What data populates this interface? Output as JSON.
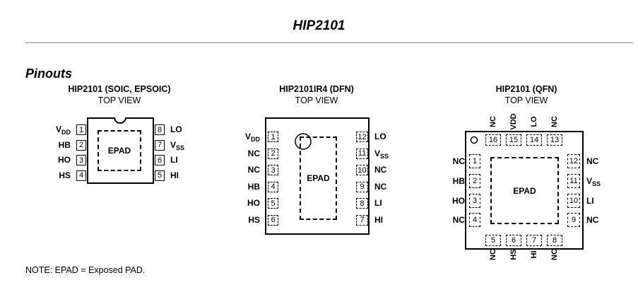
{
  "header": {
    "title": "HIP2101"
  },
  "section": {
    "title": "Pinouts"
  },
  "soic": {
    "title": "HIP2101 (SOIC, EPSOIC)",
    "view": "TOP VIEW",
    "epad": "EPAD",
    "left": [
      {
        "num": "1",
        "name": "V",
        "sub": "DD"
      },
      {
        "num": "2",
        "name": "HB",
        "sub": ""
      },
      {
        "num": "3",
        "name": "HO",
        "sub": ""
      },
      {
        "num": "4",
        "name": "HS",
        "sub": ""
      }
    ],
    "right": [
      {
        "num": "8",
        "name": "LO",
        "sub": ""
      },
      {
        "num": "7",
        "name": "V",
        "sub": "SS"
      },
      {
        "num": "6",
        "name": "LI",
        "sub": ""
      },
      {
        "num": "5",
        "name": "HI",
        "sub": ""
      }
    ]
  },
  "dfn": {
    "title": "HIP2101IR4 (DFN)",
    "view": "TOP VIEW",
    "epad": "EPAD",
    "left": [
      {
        "num": "1",
        "name": "V",
        "sub": "DD"
      },
      {
        "num": "2",
        "name": "NC",
        "sub": ""
      },
      {
        "num": "3",
        "name": "NC",
        "sub": ""
      },
      {
        "num": "4",
        "name": "HB",
        "sub": ""
      },
      {
        "num": "5",
        "name": "HO",
        "sub": ""
      },
      {
        "num": "6",
        "name": "HS",
        "sub": ""
      }
    ],
    "right": [
      {
        "num": "12",
        "name": "LO",
        "sub": ""
      },
      {
        "num": "11",
        "name": "V",
        "sub": "SS"
      },
      {
        "num": "10",
        "name": "NC",
        "sub": ""
      },
      {
        "num": "9",
        "name": "NC",
        "sub": ""
      },
      {
        "num": "8",
        "name": "LI",
        "sub": ""
      },
      {
        "num": "7",
        "name": "HI",
        "sub": ""
      }
    ]
  },
  "qfn": {
    "title": "HIP2101 (QFN)",
    "view": "TOP VIEW",
    "epad": "EPAD",
    "top": [
      {
        "num": "16",
        "name": "NC"
      },
      {
        "num": "15",
        "name": "VDD"
      },
      {
        "num": "14",
        "name": "LO"
      },
      {
        "num": "13",
        "name": "NC"
      }
    ],
    "left": [
      {
        "num": "1",
        "name": "NC"
      },
      {
        "num": "2",
        "name": "HB"
      },
      {
        "num": "3",
        "name": "HO"
      },
      {
        "num": "4",
        "name": "NC"
      }
    ],
    "right": [
      {
        "num": "12",
        "name": "NC",
        "sub": ""
      },
      {
        "num": "11",
        "name": "V",
        "sub": "SS"
      },
      {
        "num": "10",
        "name": "LI",
        "sub": ""
      },
      {
        "num": "9",
        "name": "NC",
        "sub": ""
      }
    ],
    "bottom": [
      {
        "num": "5",
        "name": "NC"
      },
      {
        "num": "6",
        "name": "HS"
      },
      {
        "num": "7",
        "name": "HI"
      },
      {
        "num": "8",
        "name": "NC"
      }
    ]
  },
  "note": "NOTE:  EPAD = Exposed PAD."
}
